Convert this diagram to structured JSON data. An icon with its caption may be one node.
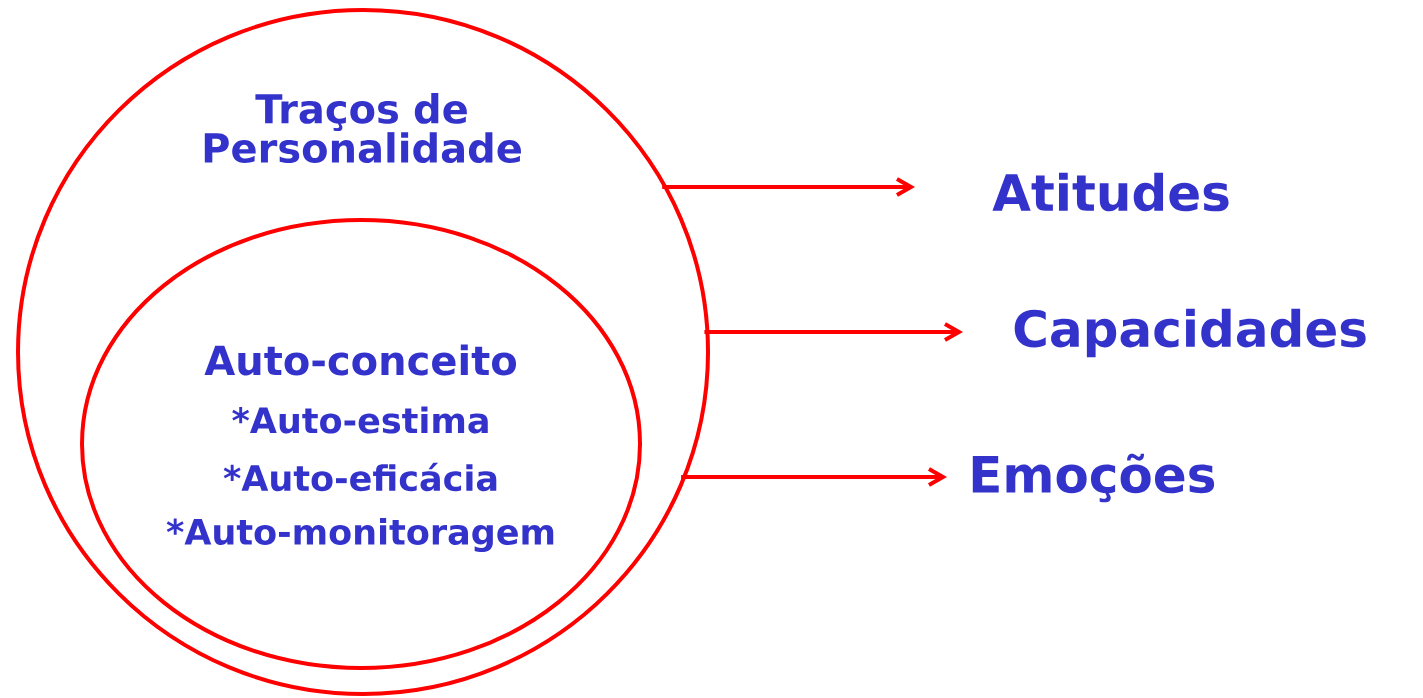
{
  "diagram": {
    "nodes": [
      {
        "text": [
          "Traços de Personalidade"
        ]
      },
      {
        "text": [
          "Auto-conceito",
          "*Auto-estima",
          "*Auto-eficácia",
          "*Auto-monitoragem"
        ],
        "in": 0
      },
      {
        "text": [
          "Atitudes"
        ]
      },
      {
        "text": [
          "Capacidades"
        ]
      },
      {
        "text": [
          "Emoções"
        ]
      }
    ],
    "edges": [
      {
        "from": 0,
        "to": 2,
        "arrow": "to"
      },
      {
        "from": 0,
        "to": 3,
        "arrow": "to"
      },
      {
        "from": 0,
        "to": 4,
        "arrow": "to"
      }
    ]
  }
}
